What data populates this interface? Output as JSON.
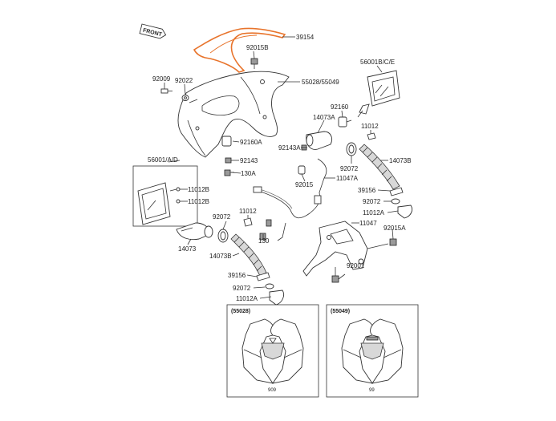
{
  "front_tag": "FRONT",
  "colors": {
    "highlight": "#e8742c",
    "line": "#333333"
  },
  "labels": {
    "p39154": "39154",
    "p92015B": "92015B",
    "p56001BCE": "56001B/C/E",
    "p92009": "92009",
    "p92022": "92022",
    "p55028": "55028/55049",
    "p92160": "92160",
    "p14073A": "14073A",
    "p11012a": "11012",
    "p92143A": "92143A",
    "p92160A": "92160A",
    "p14073B_r": "14073B",
    "p92072_r": "92072",
    "p56001AD": "56001/A/D",
    "p92143": "92143",
    "p130A": "130A",
    "p11047A": "11047A",
    "p92015": "92015",
    "p39156_r": "39156",
    "p11012B_1": "11012B",
    "p11012B_2": "11012B",
    "p92072_r2": "92072",
    "p11012A_r": "11012A",
    "p11012b": "11012",
    "p92072_l": "92072",
    "p11047": "11047",
    "p92015A": "92015A",
    "p130": "130",
    "p14073": "14073",
    "p14073B_l": "14073B",
    "p92001": "92001",
    "p39156_l": "39156",
    "p92072_l2": "92072",
    "p11012A_l": "11012A"
  },
  "variants": {
    "left_header": "(55028)",
    "right_header": "(55049)",
    "left_footer": "909",
    "right_footer": "99"
  }
}
